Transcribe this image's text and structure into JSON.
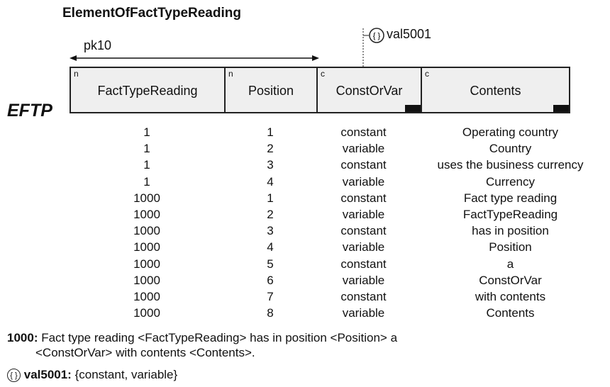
{
  "title": "ElementOfFactTypeReading",
  "abbreviation": "EFTP",
  "pk_label": "pk10",
  "value_constraint": {
    "icon": "value-constraint-icon",
    "label": "val5001"
  },
  "columns": [
    {
      "tag": "n",
      "name": "FactTypeReading"
    },
    {
      "tag": "n",
      "name": "Position"
    },
    {
      "tag": "c",
      "name": "ConstOrVar"
    },
    {
      "tag": "c",
      "name": "Contents"
    }
  ],
  "rows": [
    [
      "1",
      "1",
      "constant",
      "Operating country"
    ],
    [
      "1",
      "2",
      "variable",
      "Country"
    ],
    [
      "1",
      "3",
      "constant",
      "uses the business currency"
    ],
    [
      "1",
      "4",
      "variable",
      "Currency"
    ],
    [
      "1000",
      "1",
      "constant",
      "Fact type reading"
    ],
    [
      "1000",
      "2",
      "variable",
      "FactTypeReading"
    ],
    [
      "1000",
      "3",
      "constant",
      "has in position"
    ],
    [
      "1000",
      "4",
      "variable",
      "Position"
    ],
    [
      "1000",
      "5",
      "constant",
      "a"
    ],
    [
      "1000",
      "6",
      "variable",
      "ConstOrVar"
    ],
    [
      "1000",
      "7",
      "constant",
      "with contents"
    ],
    [
      "1000",
      "8",
      "variable",
      "Contents"
    ]
  ],
  "footnote": {
    "key": "1000:",
    "line1": "Fact type reading <FactTypeReading> has in position <Position> a",
    "line2": "<ConstOrVar> with contents <Contents>."
  },
  "value_note": {
    "key": "val5001:",
    "text": "{constant, variable}"
  }
}
